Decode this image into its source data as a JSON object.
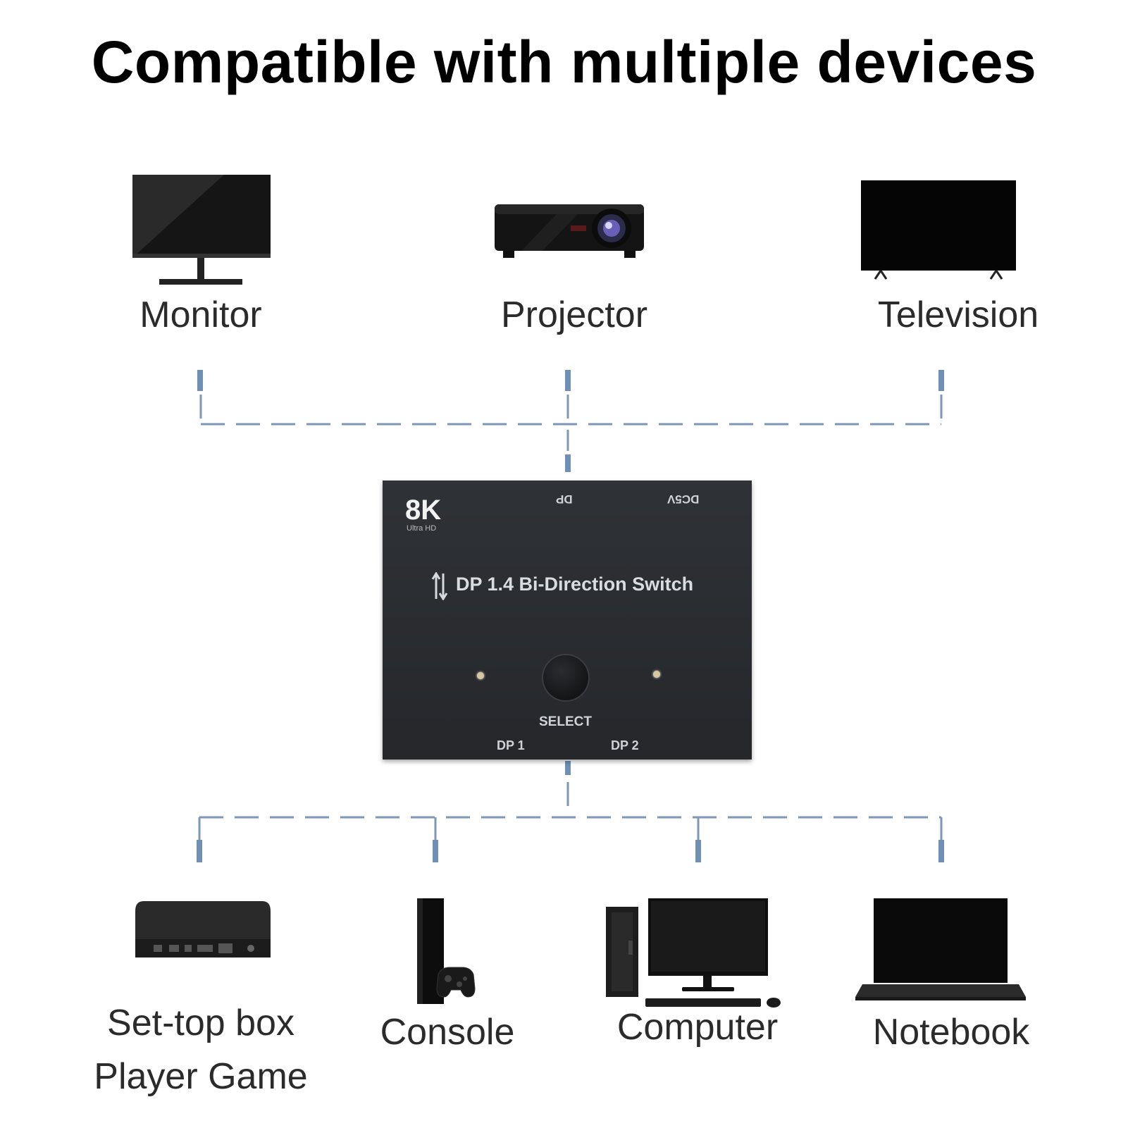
{
  "headline": "Compatible with multiple devices",
  "top_devices": [
    {
      "label": "Monitor",
      "icon": "monitor-icon"
    },
    {
      "label": "Projector",
      "icon": "projector-icon"
    },
    {
      "label": "Television",
      "icon": "television-icon"
    }
  ],
  "bottom_devices": [
    {
      "label_line1": "Set-top box",
      "label_line2": "Player Game",
      "icon": "set-top-box-icon"
    },
    {
      "label_line1": "Console",
      "icon": "console-icon"
    },
    {
      "label_line1": "Computer",
      "icon": "computer-icon"
    },
    {
      "label_line1": "Notebook",
      "icon": "notebook-icon"
    }
  ],
  "switch": {
    "badge": "8K",
    "badge_sub": "Ultra HD",
    "port_top_dp": "DP",
    "port_top_power": "DC5V",
    "title": "DP 1.4 Bi-Direction Switch",
    "button_label": "SELECT",
    "port_1": "DP 1",
    "port_2": "DP 2"
  },
  "colors": {
    "connector_line": "#7f97b6",
    "connector_plug": "#6f8fb4",
    "switch_body": "#2a2c30",
    "label_text": "#2b2b2b"
  }
}
